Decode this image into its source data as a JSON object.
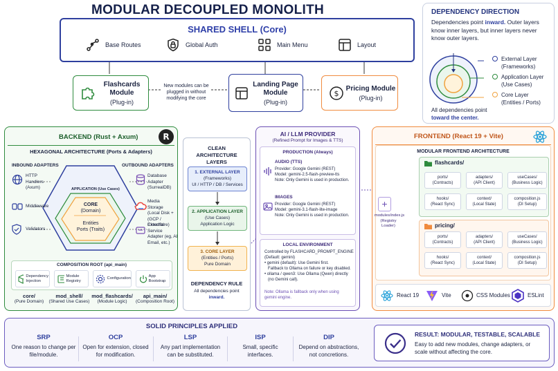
{
  "title": "MODULAR DECOUPLED MONOLITH",
  "shell": {
    "title": "SHARED SHELL (Core)",
    "features": [
      "Base Routes",
      "Global Auth",
      "Main Menu",
      "Layout"
    ]
  },
  "modules": [
    {
      "name": "Flashcards Module",
      "sub": "(Plug-in)",
      "color": "#2e8b3d"
    },
    {
      "name": "Landing Page Module",
      "sub": "(Plug-in)",
      "color": "#2e3f9e"
    },
    {
      "name": "Pricing Module",
      "sub": "(Plug-in)",
      "color": "#f08b3e"
    }
  ],
  "modules_note": "New modules can be plugged in without modifying the core",
  "dependency": {
    "title": "DEPENDENCY DIRECTION",
    "text_pre": "Dependencies point ",
    "text_em": "inward.",
    "text_post": " Outer layers know inner layers, but inner layers never know outer layers.",
    "legend": [
      {
        "label": "External Layer",
        "sub": "(Frameworks)",
        "color": "#2e3f9e"
      },
      {
        "label": "Application Layer",
        "sub": "(Use Cases)",
        "color": "#2e8b3d"
      },
      {
        "label": "Core Layer",
        "sub": "(Entities / Ports)",
        "color": "#f0a23e"
      }
    ],
    "footer": "All dependencies point",
    "footer_em": "toward the center."
  },
  "backend": {
    "title": "BACKEND (Rust + Axum)",
    "hex_title": "HEXAGONAL ARCHITECTURE (Ports & Adapters)",
    "inbound_title": "INBOUND ADAPTERS",
    "outbound_title": "OUTBOUND ADAPTERS",
    "inbound": [
      "HTTP Handlers (Axum)",
      "Middleware",
      "Validators"
    ],
    "outbound": [
      "Database Adapter (SurrealDB)",
      "Media Storage (Local Disk + (GCP / Cloudflare)",
      "External Service Adapter (eg, AI Email, etc.)"
    ],
    "app_label": "APPLICATION (Use Cases)",
    "core": "CORE",
    "core_sub": "(Domain)",
    "entities": "Entities",
    "ports": "Ports (Traits)",
    "composition_title": "COMPOSITION ROOT (api_main)",
    "composition": [
      "Dependency Injection",
      "Module Registry",
      "Configuration",
      "App Bootstrap"
    ],
    "crates": [
      {
        "name": "core/",
        "sub": "(Pure Domain)"
      },
      {
        "name": "mod_shell/",
        "sub": "(Shared Use Cases)"
      },
      {
        "name": "mod_flashcards/",
        "sub": "(Module Logic)"
      },
      {
        "name": "api_main/",
        "sub": "(Composition Root)"
      }
    ]
  },
  "clean": {
    "title": "CLEAN ARCHITECTURE LAYERS",
    "layers": [
      {
        "name": "1. EXTERNAL LAYER",
        "sub": "(Frameworks)",
        "desc": "UI / HTTP / DB / Services"
      },
      {
        "name": "2. APPLICATION LAYER",
        "sub": "(Use Cases)",
        "desc": "Application Logic"
      },
      {
        "name": "3. CORE LAYER",
        "sub": "(Entities / Ports)",
        "desc": "Pure Domain"
      }
    ],
    "rule_title": "DEPENDENCY RULE",
    "rule_text": "All dependencies point",
    "rule_em": "inward."
  },
  "ai": {
    "title": "AI / LLM PROVIDER",
    "subtitle": "(Refined Prompt for Images & TTS)",
    "prod_title": "PRODUCTION (Always)",
    "audio": {
      "title": "AUDIO (TTS)",
      "lines": [
        "Provider: Google Gemini (REST)",
        "Model: gemini-2.5-flash-preview-tts",
        "Note: Only Gemini is used in production."
      ]
    },
    "images": {
      "title": "IMAGES",
      "lines": [
        "Provider: Google Gemini (REST)",
        "Model: gemini-3.1-flash-lite-image",
        "Note: Only Gemini is used in production."
      ]
    },
    "local_title": "LOCAL ENVIRONMENT",
    "local_lines": [
      "Controlled by FLASHCARD_PROMPT_ENGINE",
      "(Default: gemini)",
      "• gemini (default): Use Gemini first.",
      "  Fallback to Ollama on failure or key disabled.",
      "• ollama / qwen3: Use Ollama (Qwen) directly",
      "  (no Gemini call)."
    ],
    "local_note": "Note: Ollama is fallback only when using gemini engine."
  },
  "frontend": {
    "title": "FRONTEND (React 19 + Vite)",
    "arch_title": "MODULAR FRONTEND ARCHITECTURE",
    "registry": "modules/index.js (Registry Loader)",
    "flashcards": "flashcards/",
    "pricing": "pricing/",
    "cells": [
      {
        "name": "ports/",
        "sub": "(Contracts)"
      },
      {
        "name": "adapters/",
        "sub": "(API Client)"
      },
      {
        "name": "useCases/",
        "sub": "(Business Logic)"
      },
      {
        "name": "hooks/",
        "sub": "(React Sync)"
      },
      {
        "name": "context/",
        "sub": "(Local State)"
      },
      {
        "name": "composition.js",
        "sub": "(DI Setup)"
      }
    ],
    "tech": [
      "React 19",
      "Vite",
      "CSS Modules",
      "ESLint"
    ]
  },
  "solid": {
    "title": "SOLID PRINCIPLES APPLIED",
    "items": [
      {
        "k": "SRP",
        "d": "One reason to change per file/module."
      },
      {
        "k": "OCP",
        "d": "Open for extension, closed for modification."
      },
      {
        "k": "LSP",
        "d": "Any part implementation can be substituted."
      },
      {
        "k": "ISP",
        "d": "Small, specific interfaces."
      },
      {
        "k": "DIP",
        "d": "Depend on abstractions, not concretions."
      }
    ],
    "result_title": "RESULT: MODULAR, TESTABLE, SCALABLE",
    "result_text": "Easy to add new modules, change adapters, or scale without affecting the core."
  },
  "colors": {
    "navy": "#2e3f9e",
    "green": "#2e8b3d",
    "orange": "#f08b3e",
    "purple": "#6b4fb3"
  }
}
